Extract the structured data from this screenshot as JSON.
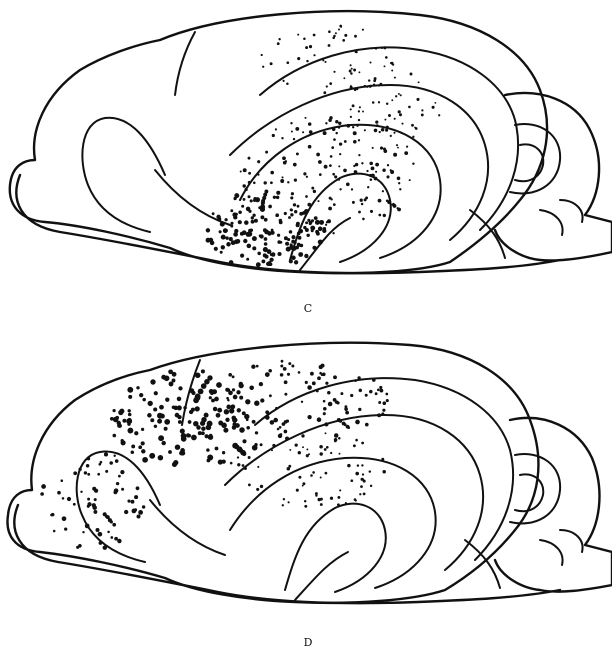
{
  "figures": [
    {
      "label": "C",
      "density": "posterior-dense"
    },
    {
      "label": "D",
      "density": "anterior-dense"
    }
  ],
  "colors": {
    "ink": "#111111",
    "paper": "#ffffff"
  }
}
